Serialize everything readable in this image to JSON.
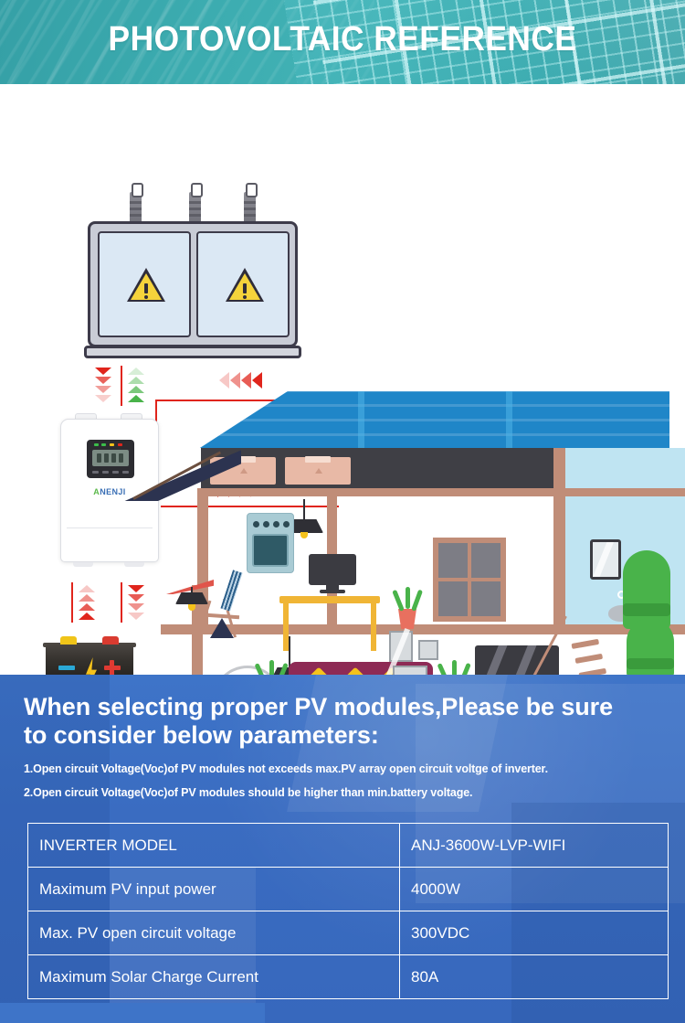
{
  "header": {
    "title": "PHOTOVOLTAIC REFERENCE",
    "background_color": "#3aa7ab",
    "text_color": "#ffffff"
  },
  "diagram": {
    "name": "photovoltaic-system-diagram",
    "components": {
      "grid_cabinet": "utility-grid-cabinet",
      "warning_symbol": "warning-triangle",
      "inverter": "hybrid-solar-inverter",
      "inverter_brand": "ANENJI",
      "battery": "battery-bank",
      "house": "house-cutaway-with-solar-roof"
    },
    "flow_colors": {
      "power_line": "#e0251c",
      "import_flow": "#e0251c",
      "export_flow": "#49b34a"
    }
  },
  "parameters": {
    "title": "When selecting proper PV modules,Please be sure to consider below parameters:",
    "notes": [
      "1.Open circuit Voltage(Voc)of PV modules not exceeds max.PV array open circuit voltge of inverter.",
      "2.Open circuit Voltage(Voc)of PV modules should be higher than min.battery voltage."
    ],
    "background_color": "#3a6fc4",
    "table": {
      "rows": [
        {
          "key": "INVERTER MODEL",
          "value": "ANJ-3600W-LVP-WIFI"
        },
        {
          "key": "Maximum PV input power",
          "value": "4000W"
        },
        {
          "key": "Max. PV open circuit voltage",
          "value": "300VDC"
        },
        {
          "key": "Maximum Solar Charge Current",
          "value": "80A"
        }
      ]
    }
  }
}
